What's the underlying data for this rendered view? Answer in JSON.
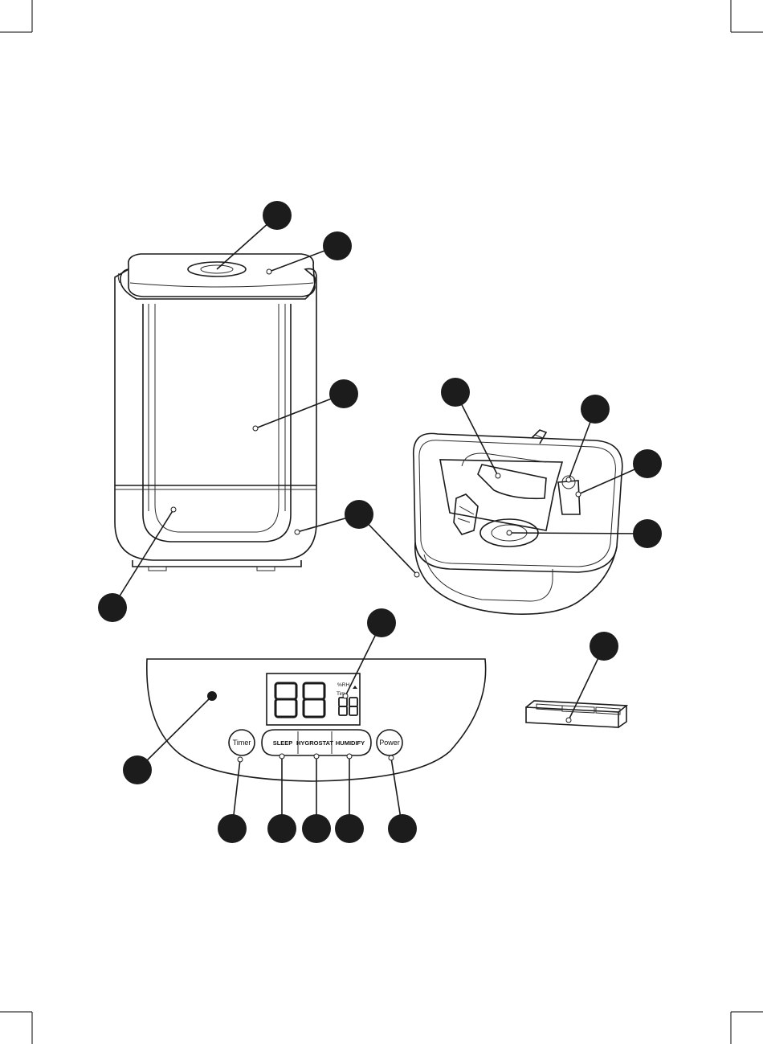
{
  "control_panel": {
    "timer_label": "Timer",
    "sleep_label": "SLEEP",
    "hygrostat_label": "HYGROSTAT",
    "humidify_label": "HUMIDIFY",
    "power_label": "Power",
    "display_unit_label": "%RH",
    "display_timer_label": "Tim"
  }
}
